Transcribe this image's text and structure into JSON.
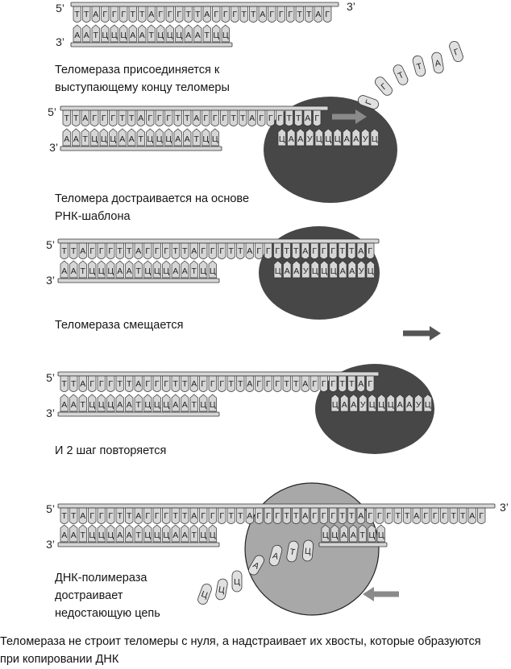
{
  "colors": {
    "enzyme_dark": "#474747",
    "enzyme_light": "#a8a8a8",
    "strand": "#d6d6d6",
    "arrow": "#8a8a8a",
    "arrow_dark": "#555555",
    "ink": "#222222"
  },
  "panels": [
    {
      "id": "panel1",
      "end5": "5’",
      "end3_top": "3’",
      "end3_bottom": "3’",
      "top_letters": "ТТАГГГТТАГГГТТАГГГТТАГГГТТАГ",
      "bottom_letters": "ААТЦЦЦААТЦЦЦААТЦЦ",
      "label_lines": [
        "Теломераза присоединяется к",
        "выступающему концу теломеры"
      ],
      "loose_nucleotides": [
        "Г",
        "Г",
        "Т",
        "Т",
        "А",
        "Г"
      ]
    },
    {
      "id": "panel2",
      "end5": "5’",
      "end3_bottom": "3’",
      "top_letters": "ТТАГГГТТАГГГТТАГГГТТАГГГТТАГ",
      "bottom_letters": "ААТЦЦЦААТЦЦЦААТЦЦ",
      "template_letters": "ЦААУЦЦЦААУЦ",
      "label_lines": [
        "Теломера достраивается на основе",
        "РНК-шаблона"
      ]
    },
    {
      "id": "panel3",
      "end5": "5’",
      "end3_bottom": "3’",
      "top_letters": "ТТАГГГТТАГГГТТАГГГТТАГГГТТАГГГТТАГ",
      "bottom_letters": "ААТЦЦЦААТЦЦЦААТЦЦ",
      "template_letters": "ЦААУЦЦЦААУЦ",
      "label_lines": [
        "Теломераза смещается"
      ]
    },
    {
      "id": "panel4",
      "end5": "5’",
      "end3_bottom": "3’",
      "top_letters": "ТТАГГГТТАГГГТТАГГГТТАГГГТТАГГГТТАГ",
      "bottom_letters": "ААТЦЦЦААТЦЦЦААТЦЦ",
      "template_letters": "ЦААУЦЦЦААУЦ",
      "label_lines": [
        "И 2 шаг повторяется"
      ]
    },
    {
      "id": "panel5",
      "end5": "5’",
      "end3_top": "3’",
      "end3_bottom": "3’",
      "top_letters": "ТТАГГГТТАГГГТТАГГГТТАГГГТТАГГГТТАГГГТТАГГГТТАГ",
      "bottom_letters": "ААТЦЦЦААТЦЦЦААТЦЦ",
      "new_strand_letters": "ЦЦААТЦЦ",
      "loose_nucleotides_upper": [
        "А",
        "А",
        "Т",
        "Ц"
      ],
      "loose_nucleotides_lower": [
        "Ц",
        "Ц",
        "Ц"
      ],
      "label_lines": [
        "ДНК-полимераза",
        "достраивает",
        "недостающую цепь"
      ]
    }
  ],
  "caption_lines": [
    "Теломераза не строит теломеры с нуля, а надстраивает их хвосты, которые образуются",
    "при копировании ДНК"
  ]
}
